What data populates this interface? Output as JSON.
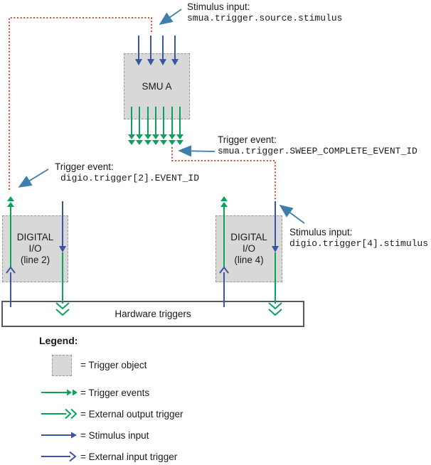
{
  "boxes": {
    "smu": {
      "label": "SMU A"
    },
    "digio2": {
      "line1": "DIGITAL",
      "line2": "I/O",
      "line3": "(line 2)"
    },
    "digio4": {
      "line1": "DIGITAL",
      "line2": "I/O",
      "line3": "(line 4)"
    },
    "hardware": {
      "label": "Hardware triggers"
    }
  },
  "callouts": {
    "stimulus_top": {
      "title": "Stimulus input:",
      "code": "smua.trigger.source.stimulus"
    },
    "sweep_complete": {
      "title": "Trigger event:",
      "code": "smua.trigger.SWEEP_COMPLETE_EVENT_ID"
    },
    "digio2_event": {
      "title": "Trigger event:",
      "code": "digio.trigger[2].EVENT_ID"
    },
    "digio4_stimulus": {
      "title": "Stimulus input:",
      "code": "digio.trigger[4].stimulus"
    }
  },
  "legend": {
    "title": "Legend:",
    "items": [
      {
        "symbol": "trigger-object",
        "label": "= Trigger object"
      },
      {
        "symbol": "trigger-events",
        "label": "= Trigger events"
      },
      {
        "symbol": "external-output-trigger",
        "label": "= External output trigger"
      },
      {
        "symbol": "stimulus-input",
        "label": "= Stimulus input"
      },
      {
        "symbol": "external-input-trigger",
        "label": "= External input trigger"
      }
    ]
  },
  "colors": {
    "trigger_green": "#0ca25c",
    "stimulus_blue": "#3b54a5",
    "callout_teal": "#3e7fae",
    "dotted_red": "#d9483c",
    "box_fill": "#d8d8d8",
    "box_dash": "#999999",
    "hardware_border": "#58595b"
  }
}
